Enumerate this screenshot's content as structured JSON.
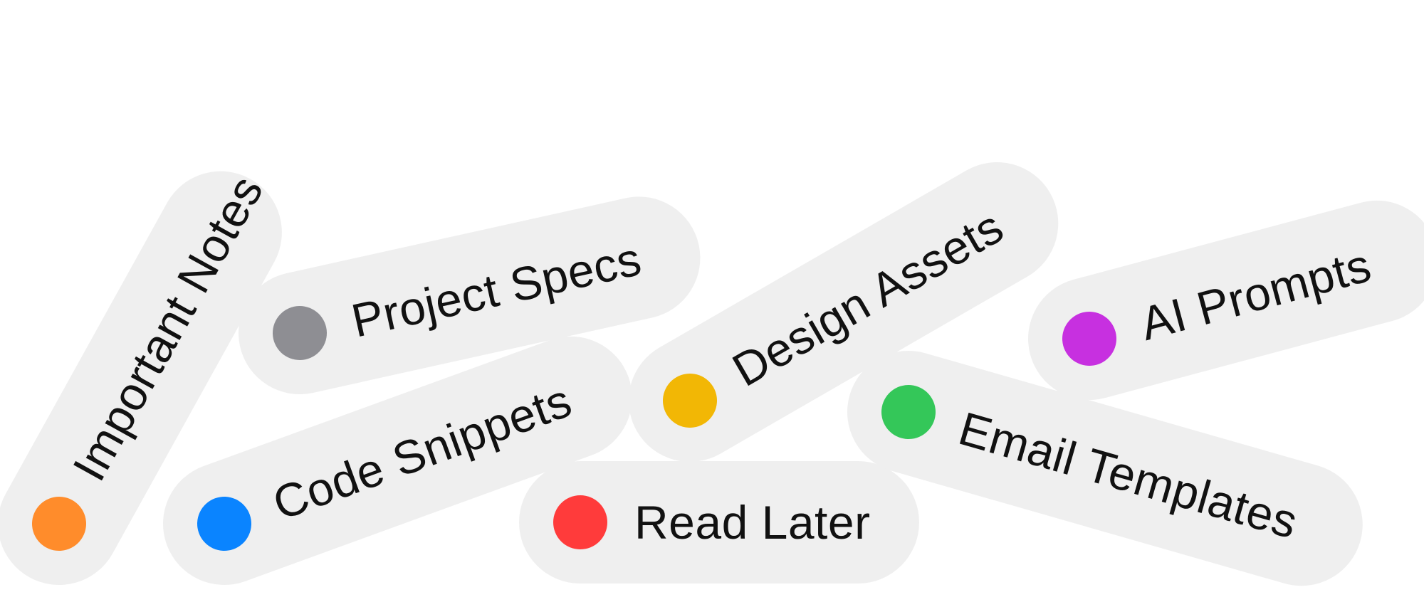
{
  "tags": [
    {
      "label": "Important Notes",
      "color": "#ff8c2b",
      "icon": "orange-dot-icon"
    },
    {
      "label": "Project Specs",
      "color": "#8e8e93",
      "icon": "gray-dot-icon"
    },
    {
      "label": "Code Snippets",
      "color": "#0a84ff",
      "icon": "blue-dot-icon"
    },
    {
      "label": "Read Later",
      "color": "#ff3b3b",
      "icon": "red-dot-icon"
    },
    {
      "label": "Design Assets",
      "color": "#f2b705",
      "icon": "yellow-dot-icon"
    },
    {
      "label": "Email Templates",
      "color": "#34c759",
      "icon": "green-dot-icon"
    },
    {
      "label": "AI Prompts",
      "color": "#c730e0",
      "icon": "purple-dot-icon"
    }
  ]
}
